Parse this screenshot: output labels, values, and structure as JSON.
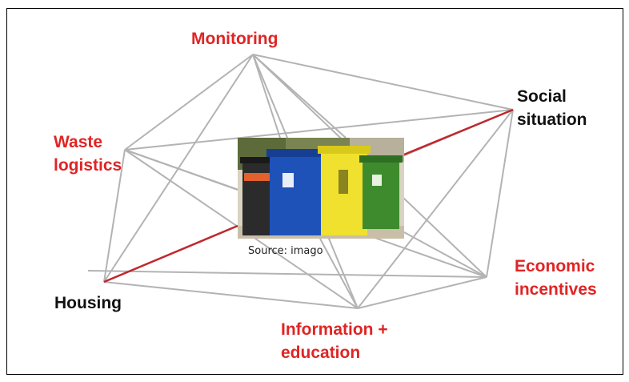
{
  "nodes": {
    "monitoring": "Monitoring",
    "social_line1": "Social",
    "social_line2": "situation",
    "waste_line1": "Waste",
    "waste_line2": "logistics",
    "economic_line1": "Economic",
    "economic_line2": "incentives",
    "housing": "Housing",
    "info_line1": "Information +",
    "info_line2": "education"
  },
  "image": {
    "description_icon": "waste-bins-photo",
    "caption": "Source: imago"
  },
  "colors": {
    "node_red": "#e02424",
    "node_black": "#111111",
    "edge_gray": "#b3b3b3",
    "edge_highlight": "#c0282d"
  }
}
